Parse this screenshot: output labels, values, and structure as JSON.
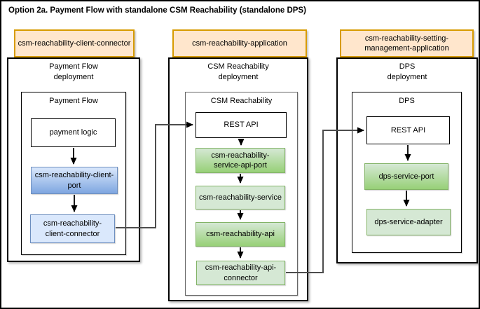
{
  "title": "Option 2a. Payment Flow with standalone CSM Reachability (standalone DPS)",
  "colors": {
    "tag_fill": "#FFE6CC",
    "tag_border": "#D79B00",
    "blue_fill": "#DAE8FC",
    "blue_border": "#6C8EBF",
    "blue_gradient_to": "#7EA6E0",
    "green_fill": "#D5E8D4",
    "green_border": "#82B366",
    "green_gradient_to": "#97D077"
  },
  "columns": [
    {
      "tag": "csm-reachability-client-connector",
      "deployment": "Payment Flow deployment",
      "component": "Payment Flow",
      "nodes": [
        {
          "label": "payment logic"
        },
        {
          "label": "csm-reachability-client-port"
        },
        {
          "label": "csm-reachability-client-connector"
        }
      ]
    },
    {
      "tag": "csm-reachability-application",
      "deployment": "CSM Reachability deployment",
      "component": "CSM Reachability",
      "nodes": [
        {
          "label": "REST API"
        },
        {
          "label": "csm-reachability-service-api-port"
        },
        {
          "label": "csm-reachability-service"
        },
        {
          "label": "csm-reachability-api"
        },
        {
          "label": "csm-reachability-api-connector"
        }
      ]
    },
    {
      "tag": "csm-reachability-setting-management-application",
      "deployment": "DPS deployment",
      "component": "DPS",
      "nodes": [
        {
          "label": "REST API"
        },
        {
          "label": "dps-service-port"
        },
        {
          "label": "dps-service-adapter"
        }
      ]
    }
  ]
}
